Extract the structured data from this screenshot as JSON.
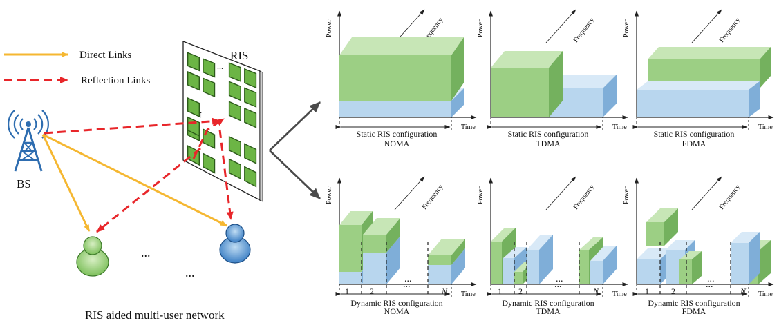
{
  "legend": {
    "direct": "Direct Links",
    "reflection": "Reflection Links"
  },
  "network": {
    "ris_label": "RIS",
    "bs_label": "BS",
    "ellipsis_users_1": "...",
    "ellipsis_users_2": "...",
    "ellipsis_ris_h": "...",
    "ellipsis_ris_v": "...",
    "caption": "RIS aided multi-user network"
  },
  "colors": {
    "direct_link": "#f5b731",
    "reflection_link": "#e8262a",
    "green_front": "#9ccf84",
    "green_top": "#c7e6b6",
    "green_side": "#74b15e",
    "blue_front": "#b8d6ee",
    "blue_top": "#d8e9f7",
    "blue_side": "#7faed8",
    "tower": "#2e6db0",
    "ris_element": "#6cb545"
  },
  "axis_labels": {
    "power": "Power",
    "frequency": "Frequency",
    "time": "Time"
  },
  "panels": {
    "static_noma": {
      "label": "Static RIS configuration",
      "scheme": "NOMA"
    },
    "static_tdma": {
      "label": "Static RIS configuration",
      "scheme": "TDMA"
    },
    "static_fdma": {
      "label": "Static RIS configuration",
      "scheme": "FDMA"
    },
    "dynamic_noma": {
      "label": "Dynamic RIS configuration",
      "scheme": "NOMA"
    },
    "dynamic_tdma": {
      "label": "Dynamic RIS configuration",
      "scheme": "TDMA"
    },
    "dynamic_fdma": {
      "label": "Dynamic RIS configuration",
      "scheme": "FDMA"
    }
  },
  "slots": {
    "s1": "1",
    "s2": "2",
    "dots": "...",
    "sN": "N"
  }
}
